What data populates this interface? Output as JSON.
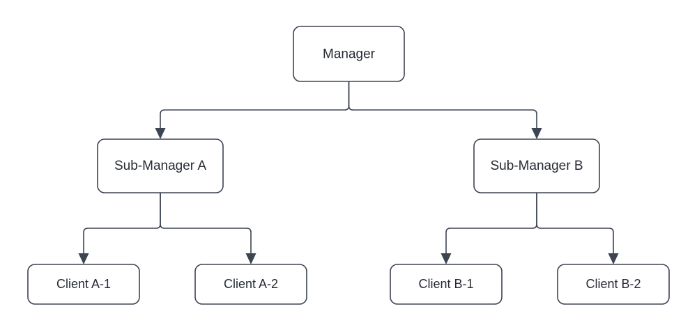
{
  "diagram": {
    "type": "org-hierarchy-flowchart",
    "background_color": "#ffffff",
    "stroke_color": "#3d4452",
    "node_fill_color": "#ffffff",
    "text_color": "#262b33",
    "nodes": [
      {
        "id": "manager",
        "label": "Manager",
        "level": 1
      },
      {
        "id": "sub-manager-a",
        "label": "Sub-Manager A",
        "level": 2
      },
      {
        "id": "sub-manager-b",
        "label": "Sub-Manager B",
        "level": 2
      },
      {
        "id": "client-a-1",
        "label": "Client A-1",
        "level": 3
      },
      {
        "id": "client-a-2",
        "label": "Client A-2",
        "level": 3
      },
      {
        "id": "client-b-1",
        "label": "Client B-1",
        "level": 3
      },
      {
        "id": "client-b-2",
        "label": "Client B-2",
        "level": 3
      }
    ],
    "edges": [
      {
        "from": "manager",
        "to": "sub-manager-a",
        "arrow": "to"
      },
      {
        "from": "manager",
        "to": "sub-manager-b",
        "arrow": "to"
      },
      {
        "from": "sub-manager-a",
        "to": "client-a-1",
        "arrow": "to"
      },
      {
        "from": "sub-manager-a",
        "to": "client-a-2",
        "arrow": "to"
      },
      {
        "from": "sub-manager-b",
        "to": "client-b-1",
        "arrow": "to"
      },
      {
        "from": "sub-manager-b",
        "to": "client-b-2",
        "arrow": "to"
      }
    ]
  }
}
